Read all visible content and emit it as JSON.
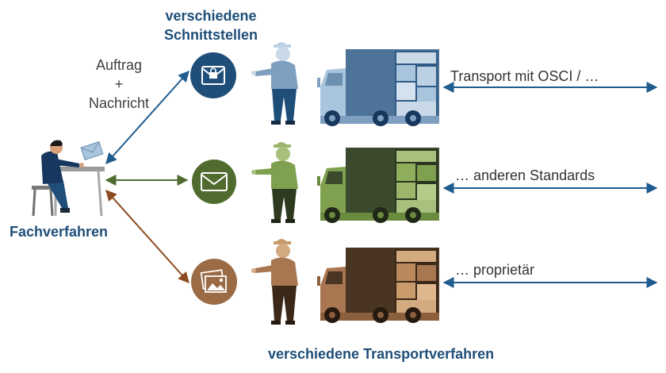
{
  "header": {
    "interfaces_title": "verschiedene Schnittstellen",
    "transport_title": "verschiedene Transportverfahren"
  },
  "left": {
    "procedure_label": "Fachverfahren",
    "order_label_line1": "Auftrag",
    "order_label_line2": "+",
    "order_label_line3": "Nachricht"
  },
  "rows": [
    {
      "label": "Transport mit OSCI / …",
      "icon": "secure-mail-icon",
      "color": "#1f4e79",
      "truck_color": "#4d7399"
    },
    {
      "label": "… anderen Standards",
      "icon": "envelope-icon",
      "color": "#4f6b2e",
      "truck_color": "#3b4a2c"
    },
    {
      "label": "… proprietär",
      "icon": "image-icon",
      "color": "#9a6b45",
      "truck_color": "#4a3422"
    }
  ],
  "colors": {
    "title_blue": "#1f4e79",
    "arrow_blue": "#1f5c8f",
    "arrow_green": "#4f6b2e",
    "arrow_brown": "#8b4a1f"
  }
}
